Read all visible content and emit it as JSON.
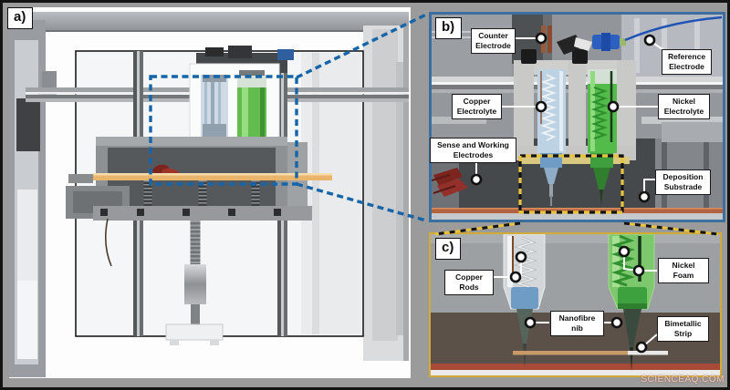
{
  "panel_a": {
    "letter": "a)"
  },
  "panel_b": {
    "letter": "b)",
    "labels": {
      "counter": "Counter Electrode",
      "reference": "Reference Electrode",
      "copper": "Copper Electrolyte",
      "nickel": "Nickel Electrolyte",
      "sense": "Sense and Working Electrodes",
      "deposition": "Deposition Substrade"
    }
  },
  "panel_c": {
    "letter": "c)",
    "labels": {
      "copper_rods": "Copper Rods",
      "nickel_foam": "Nickel Foam",
      "nanofibre": "Nanofibre nib",
      "bimetallic": "Bimetallic Strip"
    }
  },
  "watermark": "SCIENCEAQ.COM",
  "colors": {
    "background": "#9b9b9b",
    "panel_b_border": "#3c6ea0",
    "panel_c_border": "#d2ab35",
    "zoom_dash_blue": "#1565a8",
    "zoom_dash_yellow": "#e8c23c",
    "copper_electrolyte": "#bdd2e2",
    "nickel_electrolyte": "#52bb49",
    "deposition_substrate": "#b2633f",
    "build_plate": "#e9b56c"
  }
}
